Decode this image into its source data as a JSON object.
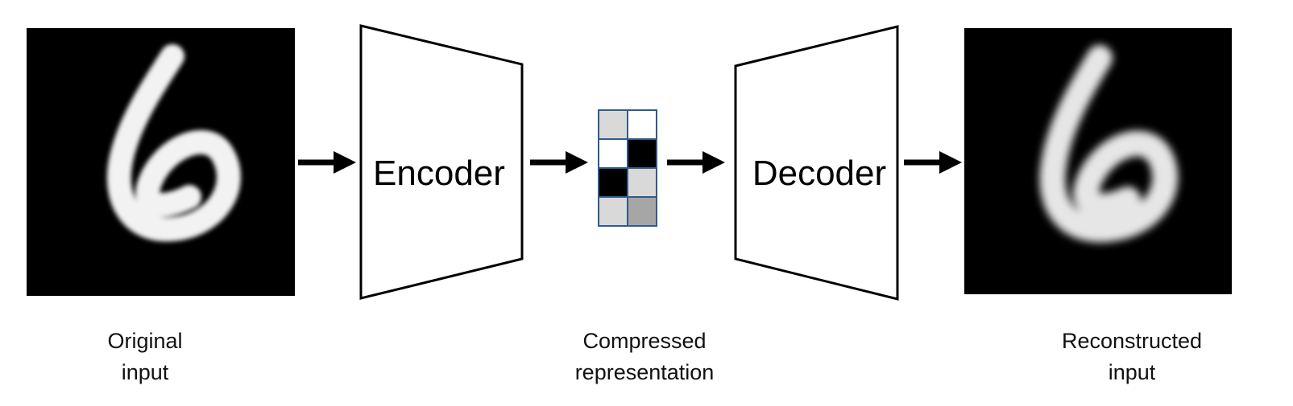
{
  "encoder": {
    "label": "Encoder"
  },
  "decoder": {
    "label": "Decoder"
  },
  "captions": {
    "original": [
      "Original",
      "input"
    ],
    "compressed": [
      "Compressed",
      "representation"
    ],
    "reconstructed": [
      "Reconstructed",
      "input"
    ]
  },
  "latent_grid": {
    "rows": 4,
    "cols": 2,
    "cell_colors": [
      [
        "#d9d9d9",
        "#ffffff"
      ],
      [
        "#ffffff",
        "#000000"
      ],
      [
        "#000000",
        "#d9d9d9"
      ],
      [
        "#d9d9d9",
        "#a6a6a6"
      ]
    ],
    "border_color": "#2e5c8a"
  },
  "digit_images": {
    "original": {
      "digit_shown": "6",
      "background": "#000000",
      "stroke": "#f2f2f2"
    },
    "reconstructed": {
      "digit_shown": "6",
      "background": "#000000",
      "stroke": "#e6e6e6"
    }
  }
}
